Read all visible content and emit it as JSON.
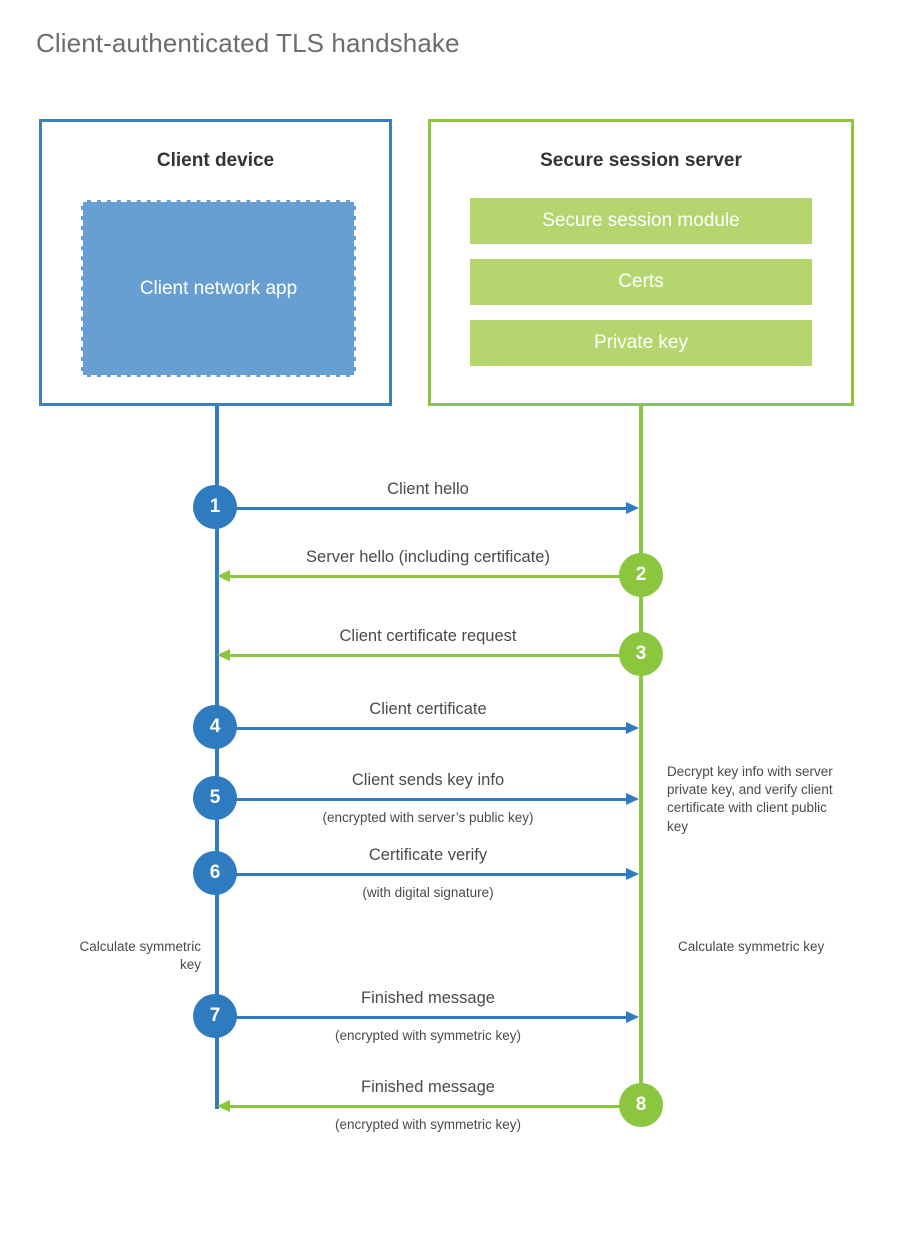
{
  "title": "Client-authenticated TLS handshake",
  "colors": {
    "client_blue": "#2E7BC0",
    "client_box_border": "#3E7FC1",
    "client_app_fill": "#679FD3",
    "server_green": "#8CC63E",
    "server_bar_fill": "#B5D66F",
    "title_gray": "#6d6d6d",
    "text_gray": "#4a4a4a",
    "background": "#ffffff"
  },
  "actors": {
    "client": {
      "title": "Client device",
      "app_label": "Client network app"
    },
    "server": {
      "title": "Secure session server",
      "components": [
        "Secure session module",
        "Certs",
        "Private key"
      ]
    }
  },
  "steps": [
    {
      "number": "1",
      "label": "Client hello",
      "sublabel": "",
      "direction": "client-to-server",
      "color": "blue"
    },
    {
      "number": "2",
      "label": "Server hello (including certificate)",
      "sublabel": "",
      "direction": "server-to-client",
      "color": "green"
    },
    {
      "number": "3",
      "label": "Client certificate request",
      "sublabel": "",
      "direction": "server-to-client",
      "color": "green"
    },
    {
      "number": "4",
      "label": "Client certificate",
      "sublabel": "",
      "direction": "client-to-server",
      "color": "blue"
    },
    {
      "number": "5",
      "label": "Client sends key info",
      "sublabel": "(encrypted with server’s public key)",
      "direction": "client-to-server",
      "color": "blue"
    },
    {
      "number": "6",
      "label": "Certificate verify",
      "sublabel": "(with digital signature)",
      "direction": "client-to-server",
      "color": "blue"
    },
    {
      "number": "7",
      "label": "Finished message",
      "sublabel": "(encrypted with symmetric key)",
      "direction": "client-to-server",
      "color": "blue"
    },
    {
      "number": "8",
      "label": "Finished message",
      "sublabel": "(encrypted with symmetric key)",
      "direction": "server-to-client",
      "color": "green"
    }
  ],
  "notes": {
    "server_decrypt": "Decrypt key info with server private key, and verify client certificate with client public key",
    "client_calculate": "Calculate symmetric key",
    "server_calculate": "Calculate symmetric key"
  }
}
